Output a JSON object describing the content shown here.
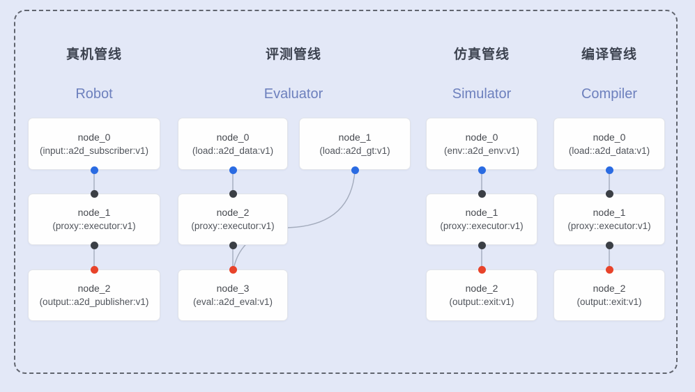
{
  "diagram": {
    "pipelines": [
      {
        "title_zh": "真机管线",
        "title_en": "Robot",
        "nodes": [
          {
            "name": "node_0",
            "type": "(input::a2d_subscriber:v1)"
          },
          {
            "name": "node_1",
            "type": "(proxy::executor:v1)"
          },
          {
            "name": "node_2",
            "type": "(output::a2d_publisher:v1)"
          }
        ]
      },
      {
        "title_zh": "评测管线",
        "title_en": "Evaluator",
        "nodes": [
          {
            "name": "node_0",
            "type": "(load::a2d_data:v1)"
          },
          {
            "name": "node_1",
            "type": "(load::a2d_gt:v1)"
          },
          {
            "name": "node_2",
            "type": "(proxy::executor:v1)"
          },
          {
            "name": "node_3",
            "type": "(eval::a2d_eval:v1)"
          }
        ]
      },
      {
        "title_zh": "仿真管线",
        "title_en": "Simulator",
        "nodes": [
          {
            "name": "node_0",
            "type": "(env::a2d_env:v1)"
          },
          {
            "name": "node_1",
            "type": "(proxy::executor:v1)"
          },
          {
            "name": "node_2",
            "type": "(output::exit:v1)"
          }
        ]
      },
      {
        "title_zh": "编译管线",
        "title_en": "Compiler",
        "nodes": [
          {
            "name": "node_0",
            "type": "(load::a2d_data:v1)"
          },
          {
            "name": "node_1",
            "type": "(proxy::executor:v1)"
          },
          {
            "name": "node_2",
            "type": "(output::exit:v1)"
          }
        ]
      }
    ],
    "colors": {
      "background": "#e3e8f7",
      "dashed_frame": "#61656f",
      "node_background": "#fefefe",
      "node_border": "#e1e3e9",
      "title_zh_text": "#3d4350",
      "title_en_text": "#6d80bd",
      "node_text": "#46494f",
      "edge_line": "#a3abbc",
      "port_output": "#2a6be2",
      "port_input": "#3b3f45",
      "port_final": "#e8432a"
    }
  }
}
